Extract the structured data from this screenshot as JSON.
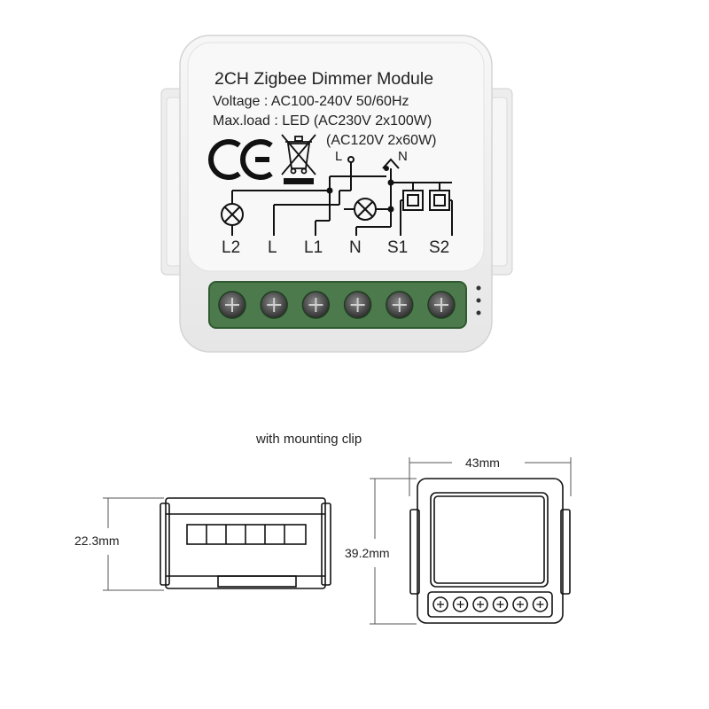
{
  "module": {
    "title": "2CH Zigbee Dimmer Module",
    "voltage": "Voltage : AC100-240V 50/60Hz",
    "maxload_line1": "Max.load : LED (AC230V 2x100W)",
    "maxload_line2": "(AC120V 2x60W)",
    "marks": {
      "ce": "CE",
      "weee": "crossed-out-bin"
    },
    "wiring_labels": {
      "l_top": "L",
      "n_top": "N"
    },
    "terminals": [
      "L2",
      "L",
      "L1",
      "N",
      "S1",
      "S2"
    ],
    "terminal_color": "#4d7a4d"
  },
  "dimensions": {
    "caption": "with mounting clip",
    "width": "43mm",
    "height": "39.2mm",
    "depth": "22.3mm"
  }
}
